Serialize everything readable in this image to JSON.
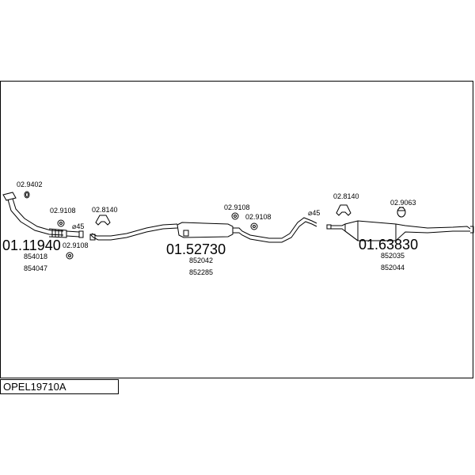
{
  "diagram": {
    "footer_code": "OPEL19710A",
    "assemblies": [
      {
        "code": "01.11940",
        "refs": [
          "854018",
          "854047"
        ]
      },
      {
        "code": "01.52730",
        "refs": [
          "852042",
          "852285"
        ]
      },
      {
        "code": "01.63830",
        "refs": [
          "852035",
          "852044"
        ]
      }
    ],
    "parts": {
      "p1": "02.9402",
      "p2": "02.9108",
      "p3": "02.8140",
      "p4": "02.9108",
      "p5": "02.9108",
      "p6": "02.9108",
      "p7": "02.8140",
      "p8": "02.9063"
    },
    "diameters": {
      "d1": "⌀45",
      "d2": "⌀45"
    }
  }
}
